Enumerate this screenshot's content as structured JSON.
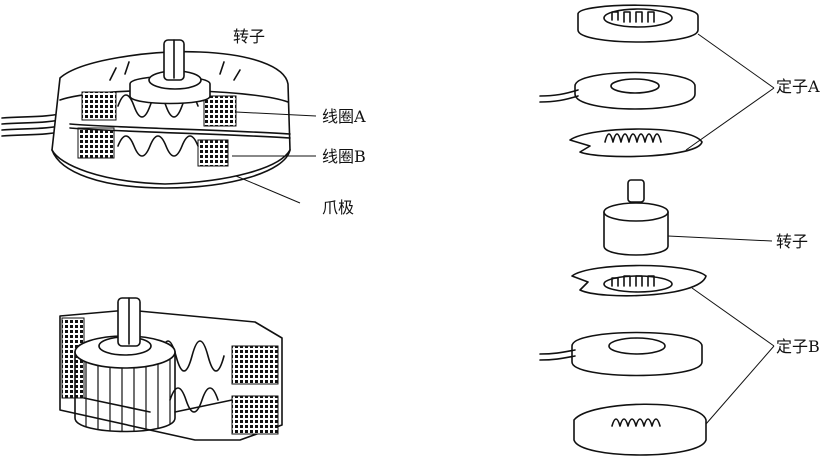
{
  "labels": {
    "rotor_top": "转子",
    "coil_a": "线圈A",
    "coil_b": "线圈B",
    "claw_pole": "爪极",
    "stator_a": "定子A",
    "rotor_right": "转子",
    "stator_b": "定子B"
  }
}
